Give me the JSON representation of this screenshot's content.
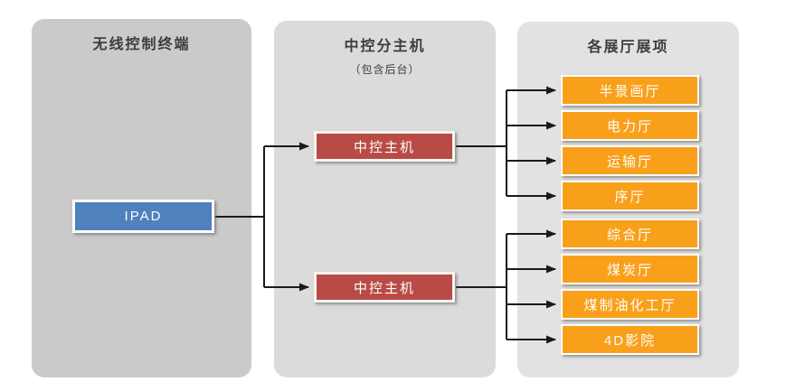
{
  "colors": {
    "panel_left_bg": "#CACACA",
    "panel_mid_bg": "#DBDBDB",
    "panel_right_bg": "#E2E2E2",
    "ipad_blue": "#4F81BD",
    "host_red": "#B94B47",
    "hall_orange": "#F9A01B",
    "connector_black": "#1A1A1A"
  },
  "diagram": {
    "columns": [
      {
        "id": "wireless-control-terminal",
        "title": "无线控制终端",
        "nodes": [
          {
            "id": "ipad",
            "label": "IPAD"
          }
        ]
      },
      {
        "id": "central-control-sub-hosts",
        "title": "中控分主机",
        "subtitle": "（包含后台）",
        "nodes": [
          {
            "id": "host-1",
            "label": "中控主机"
          },
          {
            "id": "host-2",
            "label": "中控主机"
          }
        ]
      },
      {
        "id": "exhibition-hall-items",
        "title": "各展厅展项",
        "nodes": [
          {
            "id": "hall-1",
            "label": "半景画厅"
          },
          {
            "id": "hall-2",
            "label": "电力厅"
          },
          {
            "id": "hall-3",
            "label": "运输厅"
          },
          {
            "id": "hall-4",
            "label": "序厅"
          },
          {
            "id": "hall-5",
            "label": "综合厅"
          },
          {
            "id": "hall-6",
            "label": "煤炭厅"
          },
          {
            "id": "hall-7",
            "label": "煤制油化工厅"
          },
          {
            "id": "hall-8",
            "label": "4D影院"
          }
        ]
      }
    ],
    "connections": [
      {
        "from": "ipad",
        "to": "host-1"
      },
      {
        "from": "ipad",
        "to": "host-2"
      },
      {
        "from": "host-1",
        "to": "hall-1"
      },
      {
        "from": "host-1",
        "to": "hall-2"
      },
      {
        "from": "host-1",
        "to": "hall-3"
      },
      {
        "from": "host-1",
        "to": "hall-4"
      },
      {
        "from": "host-2",
        "to": "hall-5"
      },
      {
        "from": "host-2",
        "to": "hall-6"
      },
      {
        "from": "host-2",
        "to": "hall-7"
      },
      {
        "from": "host-2",
        "to": "hall-8"
      }
    ]
  }
}
